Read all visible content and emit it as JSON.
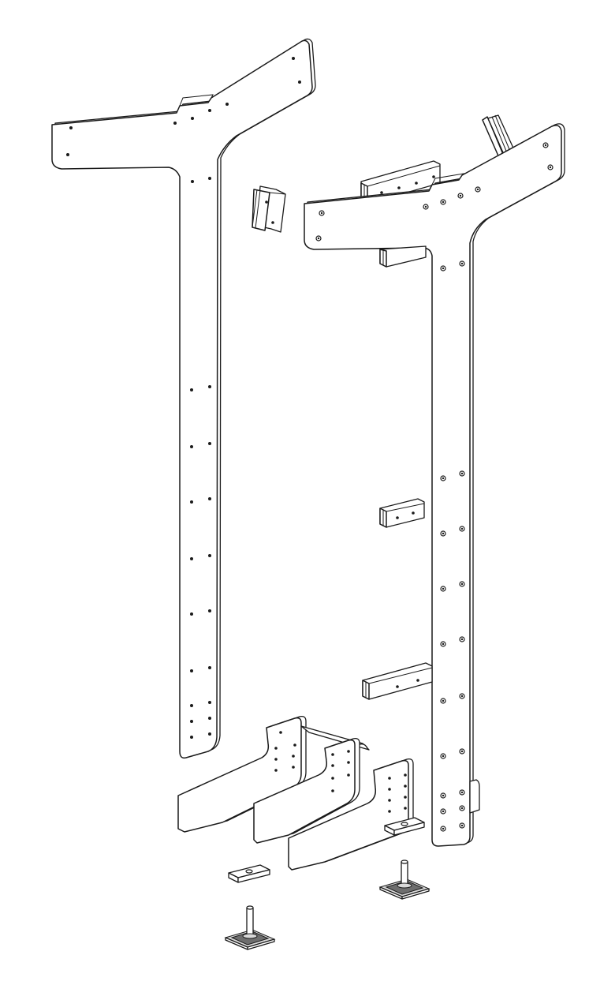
{
  "diagram": {
    "type": "exploded-assembly-drawing",
    "style": "line-art",
    "parts": [
      {
        "id": "left-upright-panel",
        "shape": "Y-upright"
      },
      {
        "id": "right-upright-panel",
        "shape": "Y-upright"
      },
      {
        "id": "spacer-block-top-left",
        "shape": "laminated-block"
      },
      {
        "id": "spacer-block-top-center",
        "shape": "laminated-block"
      },
      {
        "id": "spacer-block-top-right",
        "shape": "laminated-block"
      },
      {
        "id": "spacer-block-upper",
        "shape": "laminated-block"
      },
      {
        "id": "spacer-block-middle",
        "shape": "laminated-block"
      },
      {
        "id": "spacer-block-lower",
        "shape": "laminated-block"
      },
      {
        "id": "foot-fin-front",
        "shape": "foot-fin"
      },
      {
        "id": "foot-fin-middle",
        "shape": "foot-fin"
      },
      {
        "id": "foot-fin-back",
        "shape": "foot-fin"
      },
      {
        "id": "leveling-pad-left",
        "shape": "pad"
      },
      {
        "id": "leveling-pad-right",
        "shape": "pad"
      },
      {
        "id": "leveling-foot-left",
        "shape": "leveling-foot"
      },
      {
        "id": "leveling-foot-right",
        "shape": "leveling-foot"
      }
    ],
    "colors": {
      "line": "#1a1a1a",
      "fill": "#ffffff",
      "shade": "#d9d9d9",
      "dark": "#6e6e6e"
    }
  }
}
